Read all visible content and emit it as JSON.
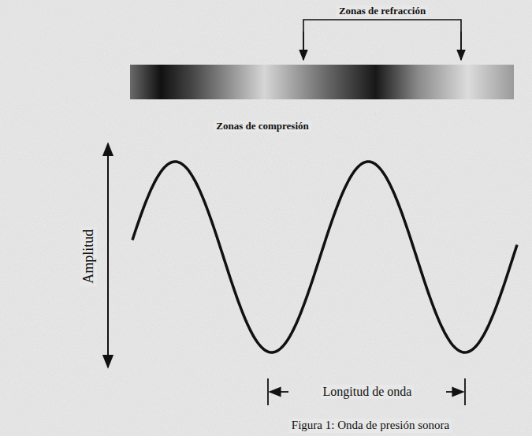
{
  "diagram": {
    "caption": "Figura 1: Onda de presión sonora",
    "labels": [
      "Zonas de refracción",
      "Zonas de compresión",
      "Amplitud",
      "Longitud de onda"
    ]
  }
}
